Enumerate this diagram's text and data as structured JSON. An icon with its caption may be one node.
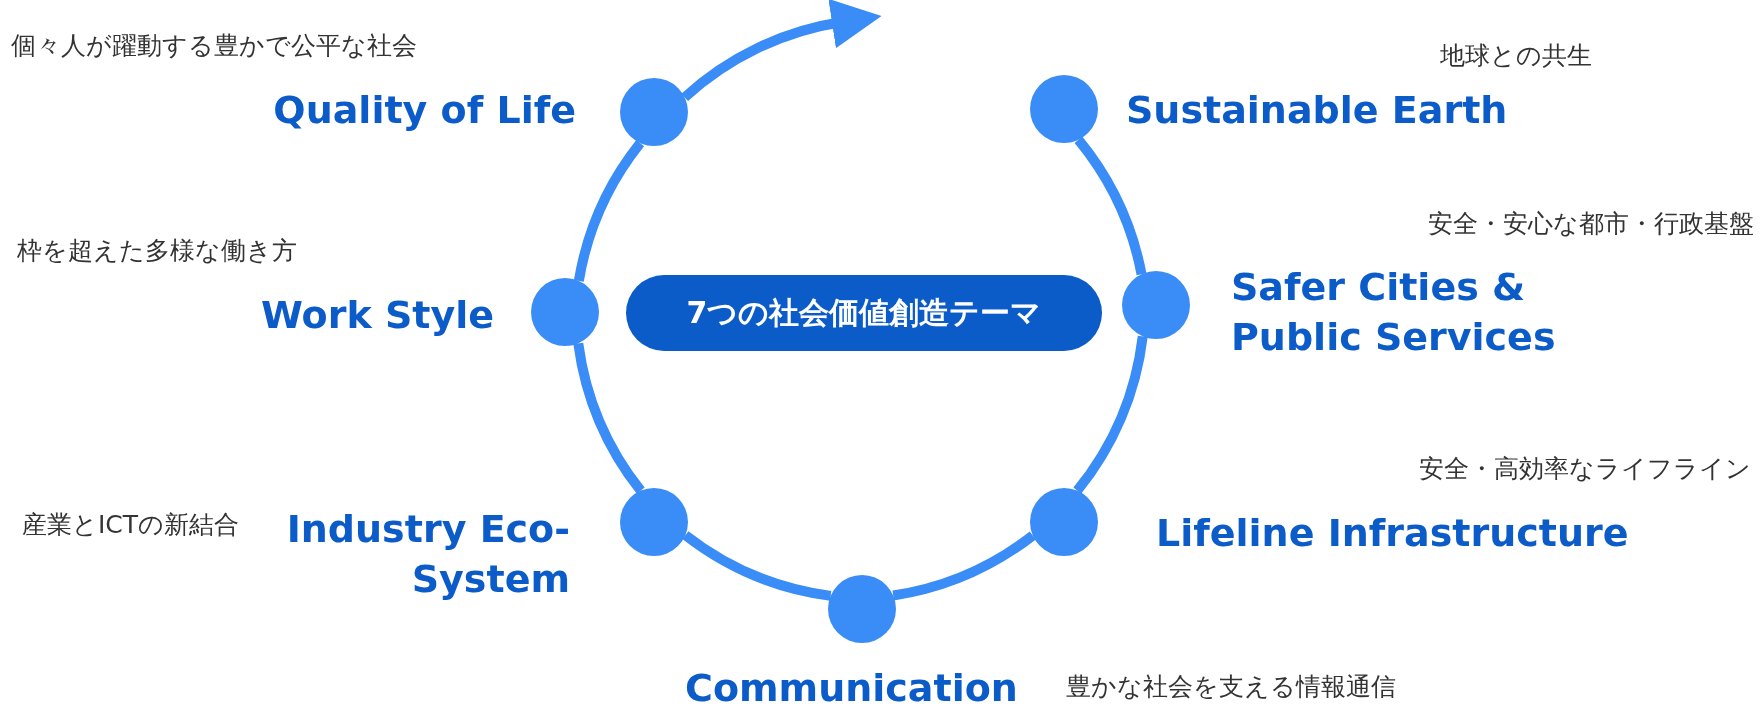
{
  "diagram": {
    "nodes": [
      {
        "text": [
          "7つの社会価値創造テーマ"
        ]
      },
      {
        "text": [],
        "shape": "circle",
        "beside": [
          "個々人が躍動する豊かで公平な社会",
          "Quality of Life"
        ]
      },
      {
        "text": [],
        "shape": "circle",
        "beside": [
          "地球との共生",
          "Sustainable Earth"
        ]
      },
      {
        "text": [],
        "shape": "circle",
        "beside": [
          "枠を超えた多様な働き方",
          "Work Style"
        ]
      },
      {
        "text": [],
        "shape": "circle",
        "beside": [
          "安全・安心な都市・行政基盤",
          "Safer Cities & Public Services"
        ]
      },
      {
        "text": [],
        "shape": "circle",
        "beside": [
          "産業とICTの新結合",
          "Industry Eco-System"
        ]
      },
      {
        "text": [],
        "shape": "circle",
        "beside": [
          "安全・高効率なライフライン",
          "Lifeline Infrastructure"
        ]
      },
      {
        "text": [],
        "shape": "circle",
        "beside": [
          "Communication",
          "豊かな社会を支える情報通信"
        ]
      }
    ],
    "edges": [
      {
        "from": 2,
        "to": 4,
        "arrow": "none"
      },
      {
        "from": 4,
        "to": 6,
        "arrow": "none"
      },
      {
        "from": 6,
        "to": 7,
        "arrow": "none"
      },
      {
        "from": 7,
        "to": 5,
        "arrow": "none"
      },
      {
        "from": 5,
        "to": 3,
        "arrow": "none"
      },
      {
        "from": 3,
        "to": 1,
        "arrow": "none"
      },
      {
        "from": 1,
        "to": null,
        "arrow": "to"
      }
    ]
  }
}
